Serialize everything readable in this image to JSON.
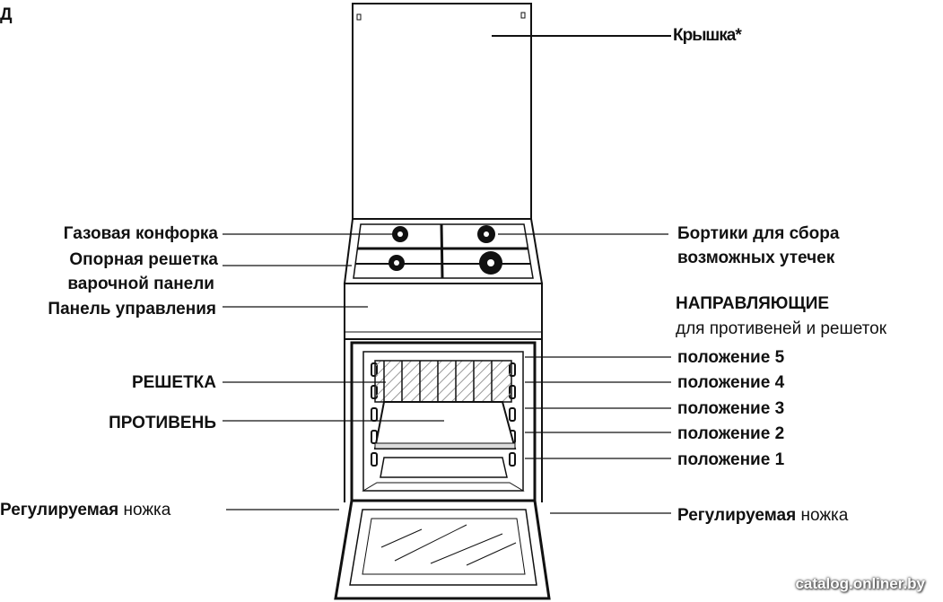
{
  "header_letter": "Д",
  "labels": {
    "lid": "Крышка*",
    "gas_burner": "Газовая конфорка",
    "support_grid_line1": "Опорная решетка",
    "support_grid_line2": "варочной панели",
    "control_panel": "Панель управления",
    "grid": "РЕШЕТКА",
    "tray": "ПРОТИВЕНЬ",
    "foot_left_bold": "Регулируемая",
    "foot_left_normal": " ножка",
    "spill_rims_line1": "Бортики для сбора",
    "spill_rims_line2": "возможных утечек",
    "guides_title": "НАПРАВЛЯЮЩИЕ",
    "guides_subtitle": "для противеней и решеток",
    "positions": [
      "положение 5",
      "положение 4",
      "положение 3",
      "положение 2",
      "положение 1"
    ],
    "foot_right_bold": "Регулируемая",
    "foot_right_normal": " ножка"
  },
  "watermark": "catalog.onliner.by"
}
